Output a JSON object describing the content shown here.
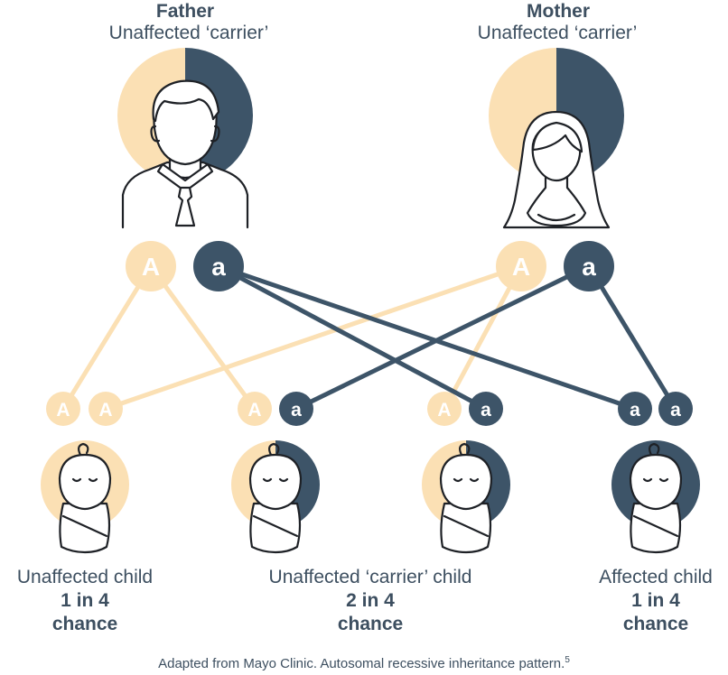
{
  "colors": {
    "dominant": "#fbe0b4",
    "recessive": "#3d5468",
    "text": "#3d4f60"
  },
  "father": {
    "title": "Father",
    "status": "Unaffected ‘carrier’",
    "alleles": [
      "A",
      "a"
    ],
    "icon": "man-icon"
  },
  "mother": {
    "title": "Mother",
    "status": "Unaffected ‘carrier’",
    "alleles": [
      "A",
      "a"
    ],
    "icon": "woman-icon"
  },
  "children": [
    {
      "alleles": [
        "A",
        "A"
      ],
      "label": "Unaffected child",
      "odds": "1 in 4",
      "chance": "chance",
      "icon": "baby-icon"
    },
    {
      "alleles": [
        "A",
        "a"
      ],
      "label": "Unaffected ‘carrier’ child",
      "odds": "2 in 4",
      "chance": "chance",
      "icon": "baby-icon"
    },
    {
      "alleles": [
        "A",
        "a"
      ],
      "label": "",
      "odds": "",
      "chance": "",
      "icon": "baby-icon"
    },
    {
      "alleles": [
        "a",
        "a"
      ],
      "label": "Affected child",
      "odds": "1 in 4",
      "chance": "chance",
      "icon": "baby-icon"
    }
  ],
  "caption": "Adapted from Mayo Clinic. Autosomal recessive inheritance pattern.",
  "caption_ref": "5"
}
